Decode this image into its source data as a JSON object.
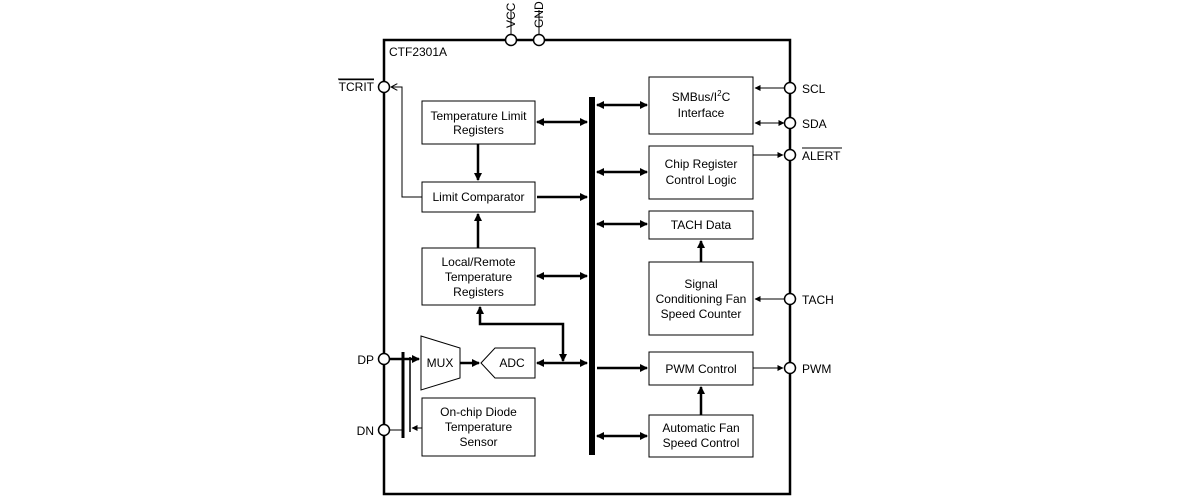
{
  "chip_name": "CTF2301A",
  "pins": {
    "vcc": "VCC",
    "gnd": "GND",
    "tcrit": "TCRIT",
    "scl": "SCL",
    "sda": "SDA",
    "alert": "ALERT",
    "tach": "TACH",
    "pwm": "PWM",
    "dp": "DP",
    "dn": "DN"
  },
  "blocks": {
    "temp_limit": [
      "Temperature Limit",
      "Registers"
    ],
    "limit_comparator": [
      "Limit Comparator"
    ],
    "local_remote": [
      "Local/Remote",
      "Temperature",
      "Registers"
    ],
    "mux": "MUX",
    "adc": "ADC",
    "diode": [
      "On-chip Diode",
      "Temperature",
      "Sensor"
    ],
    "smbus_prefix": "SMBus/I",
    "smbus_sup": "2",
    "smbus_suffix": "C",
    "smbus_line2": "Interface",
    "chip_register": [
      "Chip Register",
      "Control Logic"
    ],
    "tach_data": [
      "TACH Data"
    ],
    "signal_conditioning": [
      "Signal",
      "Conditioning Fan",
      "Speed Counter"
    ],
    "pwm_control": [
      "PWM Control"
    ],
    "auto_fan": [
      "Automatic Fan",
      "Speed Control"
    ]
  }
}
